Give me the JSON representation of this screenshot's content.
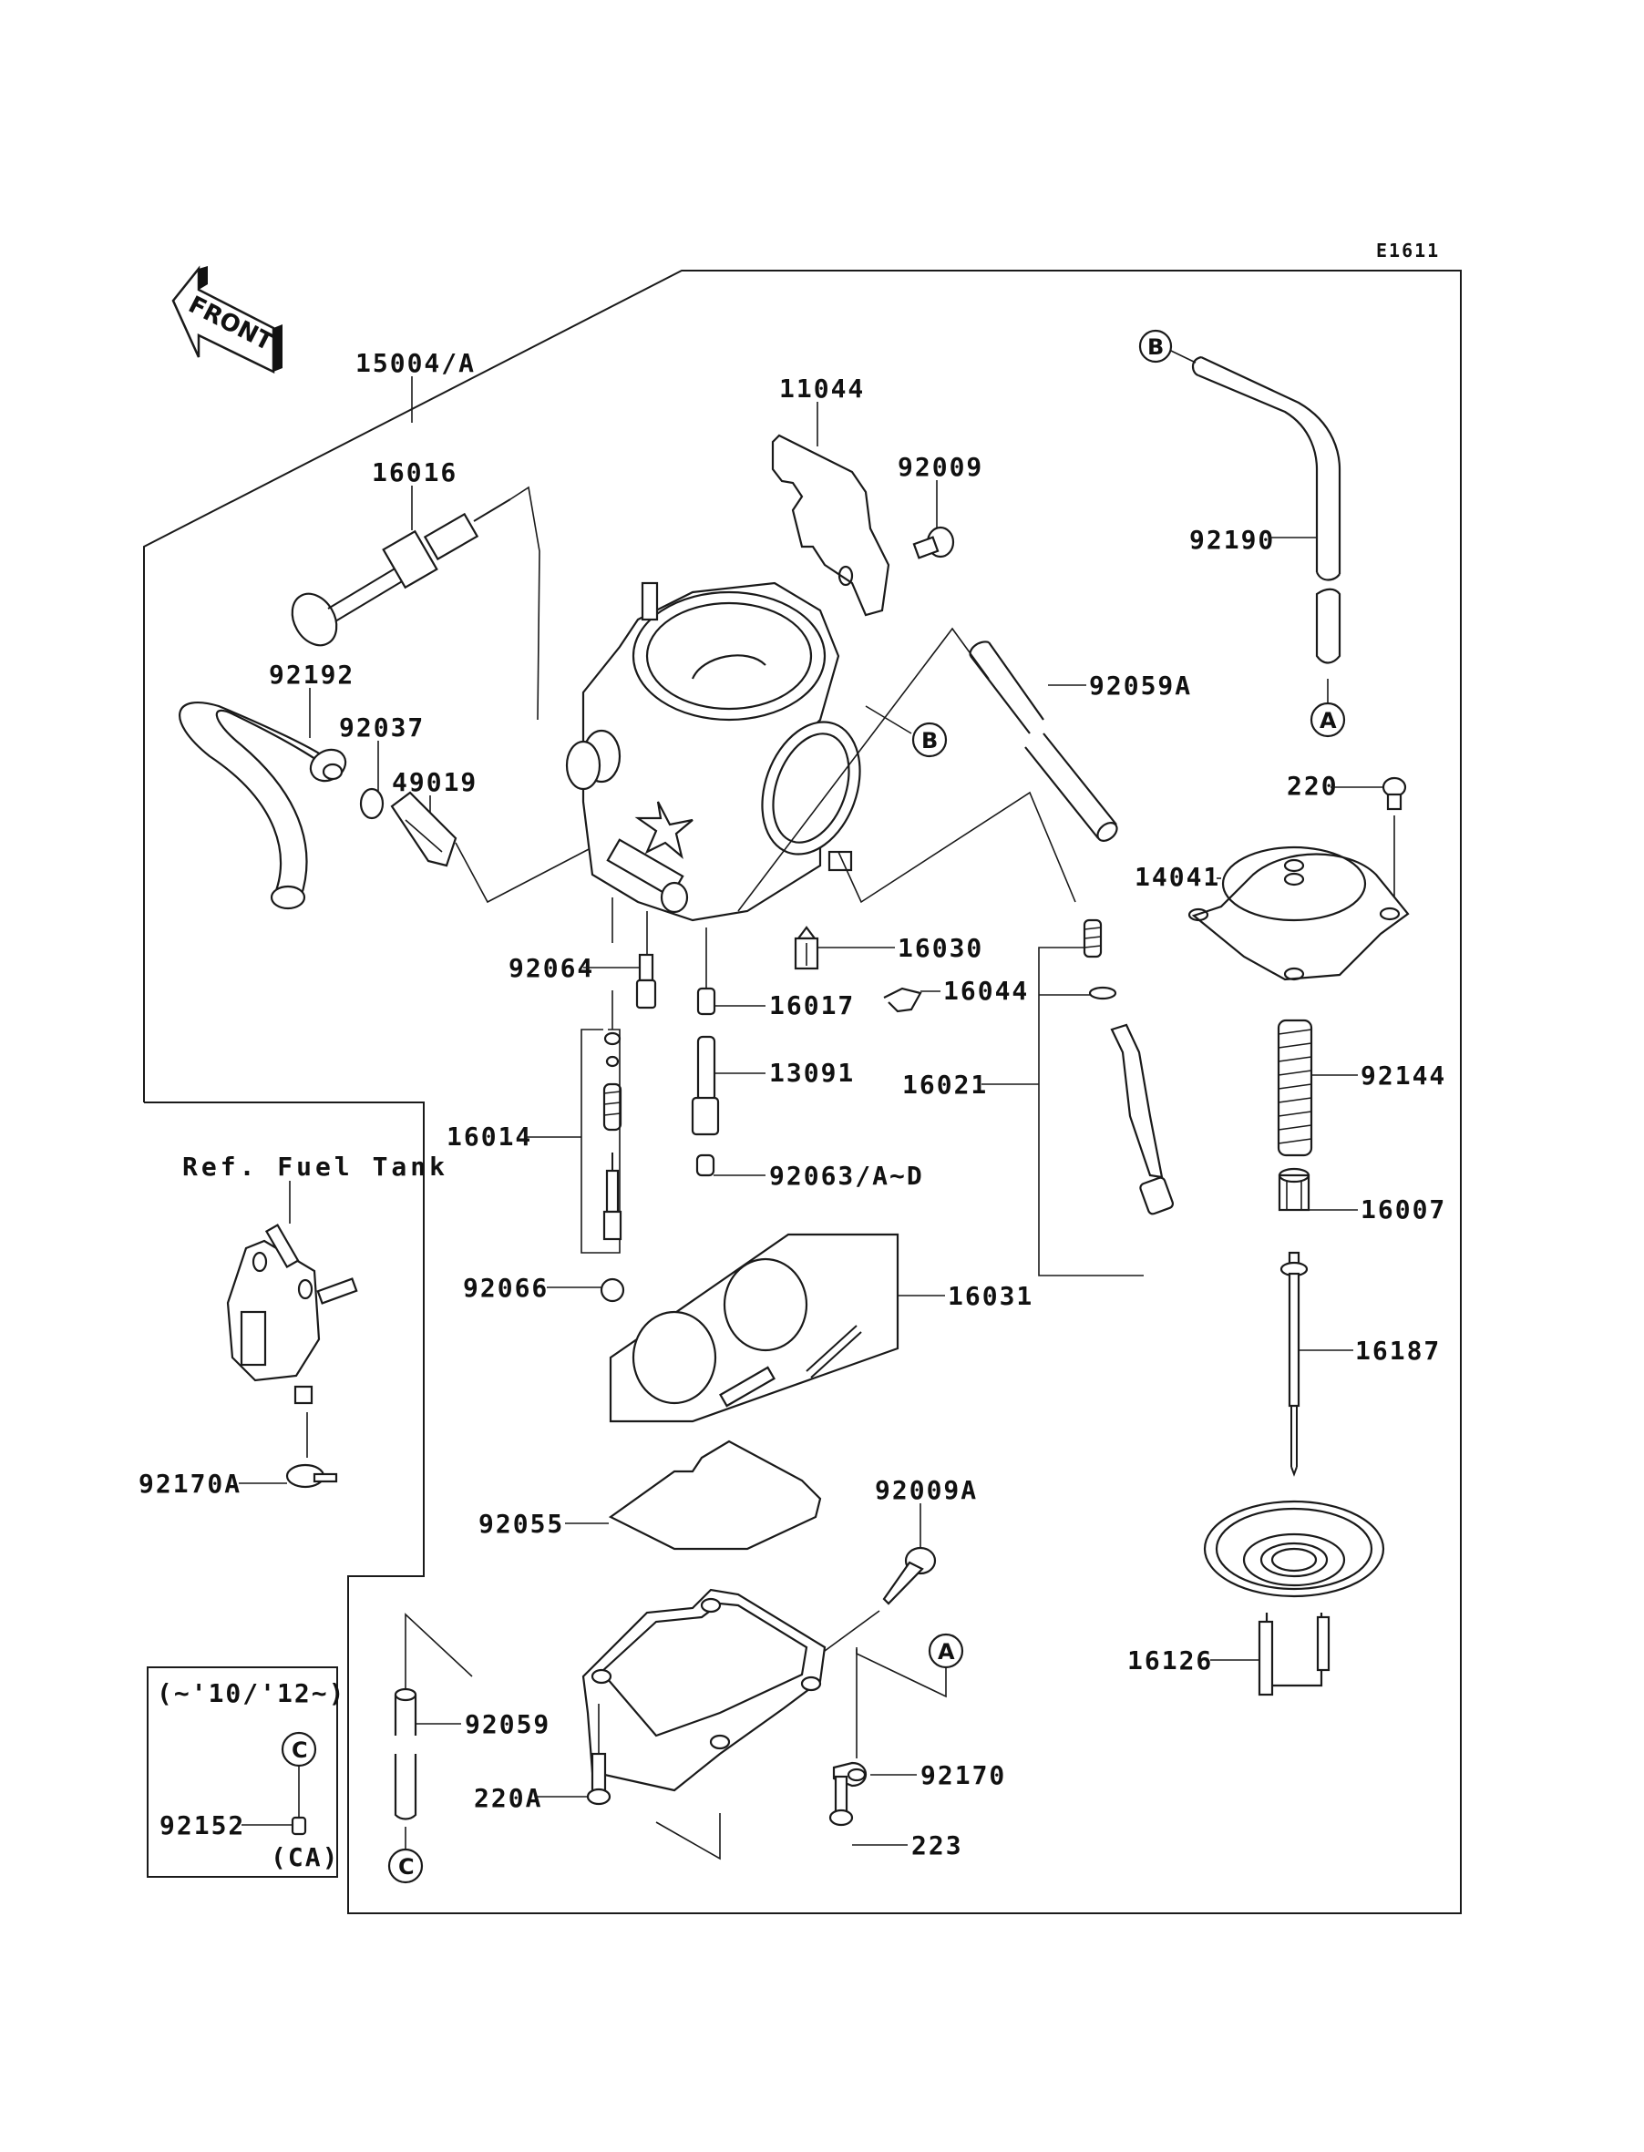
{
  "diagram": {
    "code": "E1611",
    "front_label": "FRONT",
    "ref_fuel_tank": "Ref. Fuel Tank",
    "inset_title": "(~'10/'12~)",
    "inset_region": "(CA)",
    "parts": {
      "p15004A": "15004/A",
      "p16016": "16016",
      "p11044": "11044",
      "p92009": "92009",
      "p92190": "92190",
      "p92192": "92192",
      "p92037": "92037",
      "p49019": "49019",
      "p92059A": "92059A",
      "p220": "220",
      "p14041": "14041",
      "p92064": "92064",
      "p16030": "16030",
      "p16017": "16017",
      "p16044": "16044",
      "p13091": "13091",
      "p16021": "16021",
      "p16014": "16014",
      "p92063": "92063/A~D",
      "p92144": "92144",
      "p16007": "16007",
      "p92066": "92066",
      "p16031": "16031",
      "p16187": "16187",
      "p92170A": "92170A",
      "p92055": "92055",
      "p92009A": "92009A",
      "p16126": "16126",
      "p92059": "92059",
      "p92170": "92170",
      "p220A": "220A",
      "p223": "223",
      "p92152": "92152"
    },
    "connectors": {
      "A": "A",
      "B": "B",
      "C": "C"
    }
  }
}
